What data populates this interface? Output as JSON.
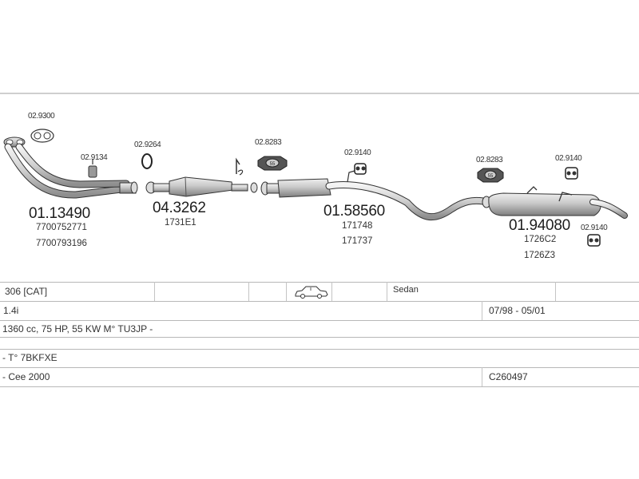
{
  "parts": {
    "downpipe": {
      "number": "01.13490",
      "refs": [
        "7700752771",
        "7700793196"
      ]
    },
    "catalyst": {
      "number": "04.3262",
      "refs": [
        "1731E1"
      ]
    },
    "middle": {
      "number": "01.58560",
      "refs": [
        "171748",
        "171737"
      ]
    },
    "rear": {
      "number": "01.94080",
      "refs": [
        "1726C2",
        "1726Z3"
      ]
    }
  },
  "accessories": {
    "gasket_front": "02.9300",
    "mount_1": "02.9134",
    "ring": "02.9264",
    "clamp_1": "02.8283",
    "mount_2": "02.9140",
    "clamp_2": "02.8283",
    "mount_3": "02.9140",
    "mount_4": "02.9140"
  },
  "vehicle": {
    "model": "306  [CAT]",
    "body": "Sedan",
    "body_icon": "car-sedan-icon",
    "engine": "1.4i",
    "period": "07/98 - 05/01",
    "spec": "1360 cc, 75 HP, 55 KW M° TU3JP -",
    "type": "- T° 7BKFXE",
    "norm": "- Cee 2000",
    "code": "C260497"
  },
  "colors": {
    "ink": "#2a2a2a",
    "part_fill": "#d6d6d6",
    "line": "#b8b8b8"
  }
}
